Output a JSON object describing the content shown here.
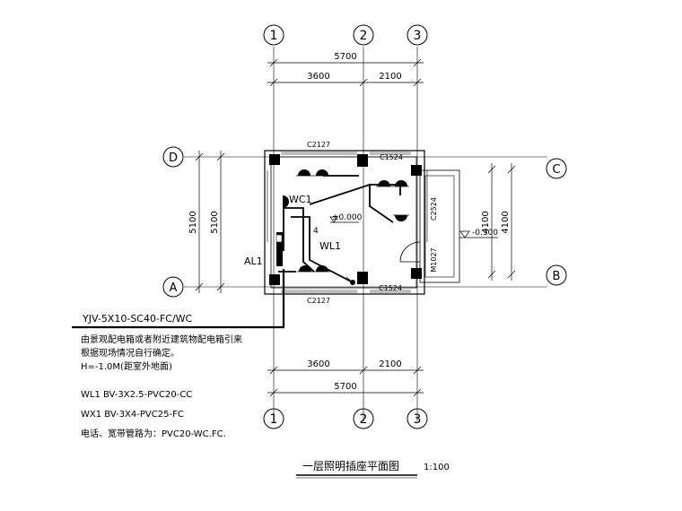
{
  "axes": {
    "top": [
      "1",
      "2",
      "3"
    ],
    "bottom": [
      "1",
      "2",
      "3"
    ],
    "left": [
      "D",
      "A"
    ],
    "right": [
      "C",
      "B"
    ]
  },
  "dims": {
    "top_total": "5700",
    "top_left": "3600",
    "top_right": "2100",
    "bottom_left": "3600",
    "bottom_right": "2100",
    "bottom_total": "5700",
    "left_outer": "5100",
    "left_inner": "5100",
    "right_inner": "4100",
    "right_outer": "4100"
  },
  "openings": {
    "top_window_left": "C2127",
    "top_window_right": "C1524",
    "bottom_window_left": "C2127",
    "bottom_window_right": "C1524",
    "side_window": "C2524",
    "door": "M1027"
  },
  "plan": {
    "circuit_wc1": "WC1",
    "circuit_wl1": "WL1",
    "panel": "AL1",
    "floor_level": "±0.000",
    "outdoor_level": "-0.300",
    "wire_count": "4"
  },
  "notes": {
    "feeder": "YJV-5X10-SC40-FC/WC",
    "line1": "由景观配电箱或者附近建筑物配电箱引来",
    "line2": "根据现场情况自行确定。",
    "line3": "H=-1.0M(距室外地面)",
    "wl1": "WL1  BV-3X2.5-PVC20-CC",
    "wx1": "WX1  BV-3X4-PVC25-FC",
    "tel": "电话、宽带管路为：PVC20-WC.FC."
  },
  "title": {
    "main": "一层照明插座平面图",
    "scale": "1:100"
  }
}
